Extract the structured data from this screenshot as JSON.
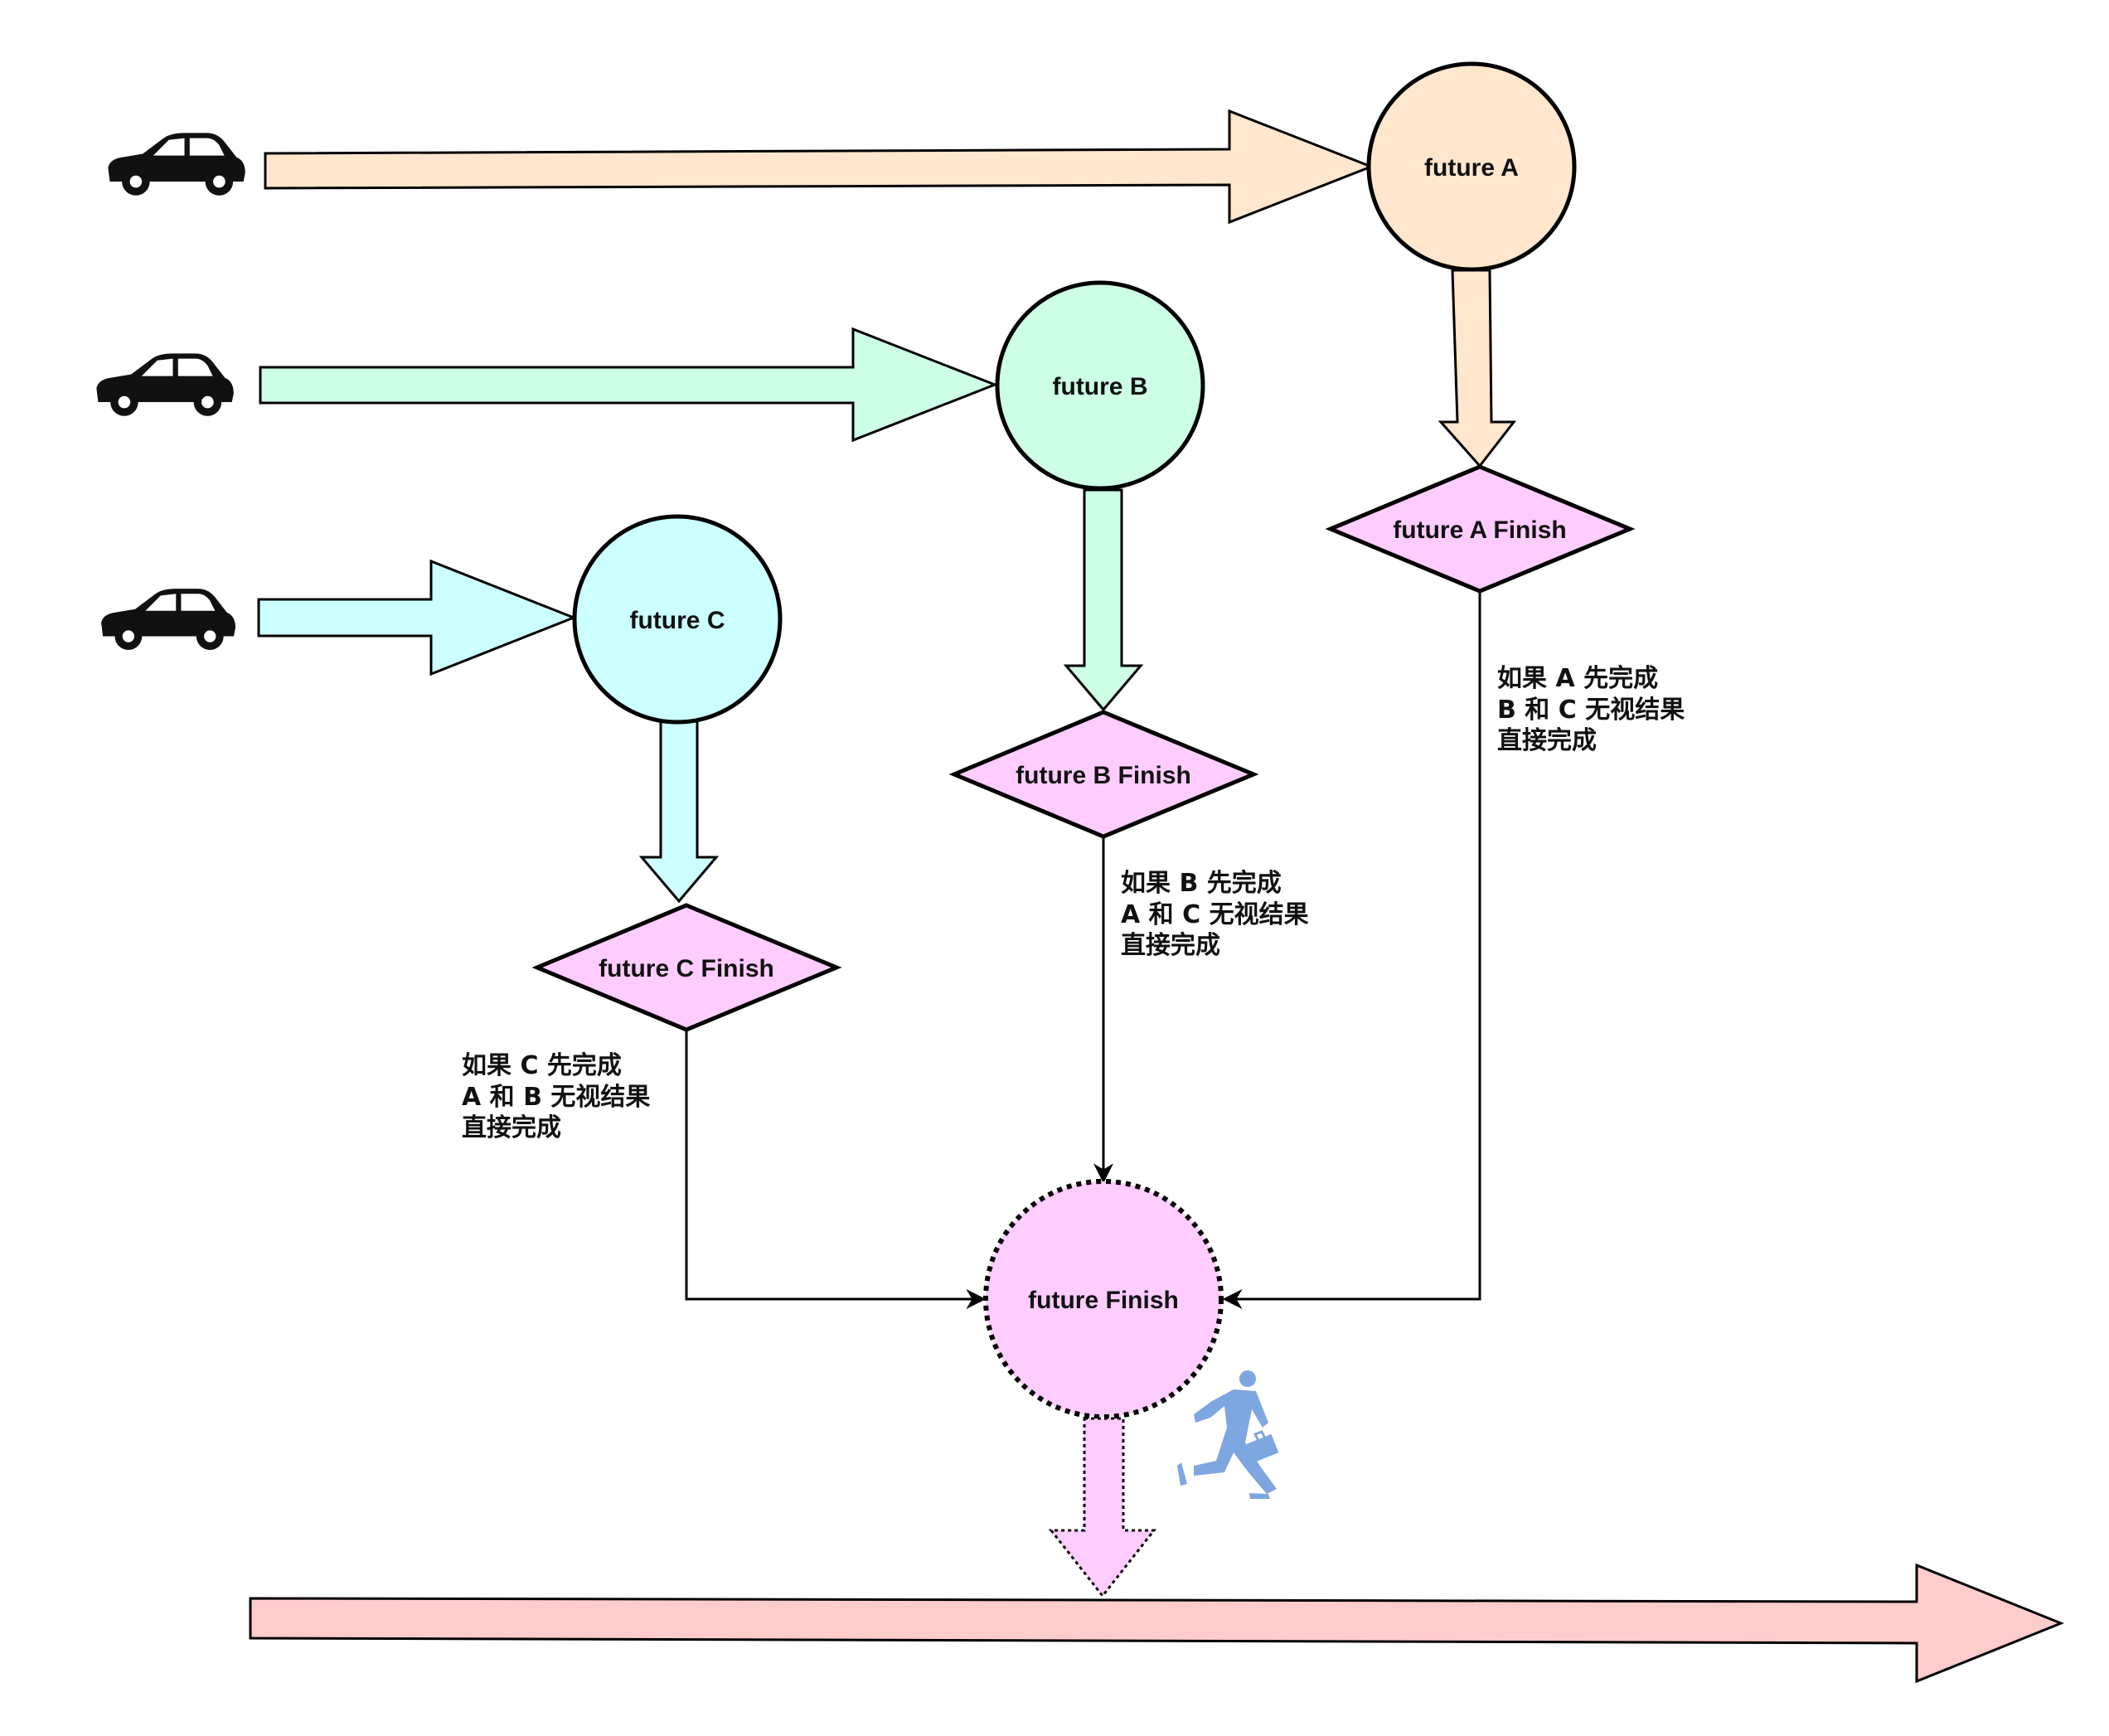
{
  "colors": {
    "future_a": "#FFE6CC",
    "future_b": "#CCFFE6",
    "future_c": "#CCFFFF",
    "finish_diamond": "#FFCCFF",
    "future_finish": "#FFCCFF",
    "timeline": "#FFCCCC",
    "runner": "#7EA6E0",
    "stroke": "#000000"
  },
  "icons": {
    "car_a": "car-icon",
    "car_b": "car-icon",
    "car_c": "car-icon",
    "runner": "runner-with-briefcase-icon"
  },
  "nodes": {
    "future_a": "future A",
    "future_b": "future B",
    "future_c": "future C",
    "future_a_finish": "future A  Finish",
    "future_b_finish": "future B  Finish",
    "future_c_finish": "future C  Finish",
    "future_finish": "future Finish"
  },
  "notes": {
    "a": [
      "如果 A 先完成",
      "B 和 C 无视结果",
      "直接完成"
    ],
    "b": [
      "如果 B 先完成",
      "A 和 C 无视结果",
      "直接完成"
    ],
    "c": [
      "如果 C 先完成",
      "A 和 B 无视结果",
      "直接完成"
    ]
  }
}
